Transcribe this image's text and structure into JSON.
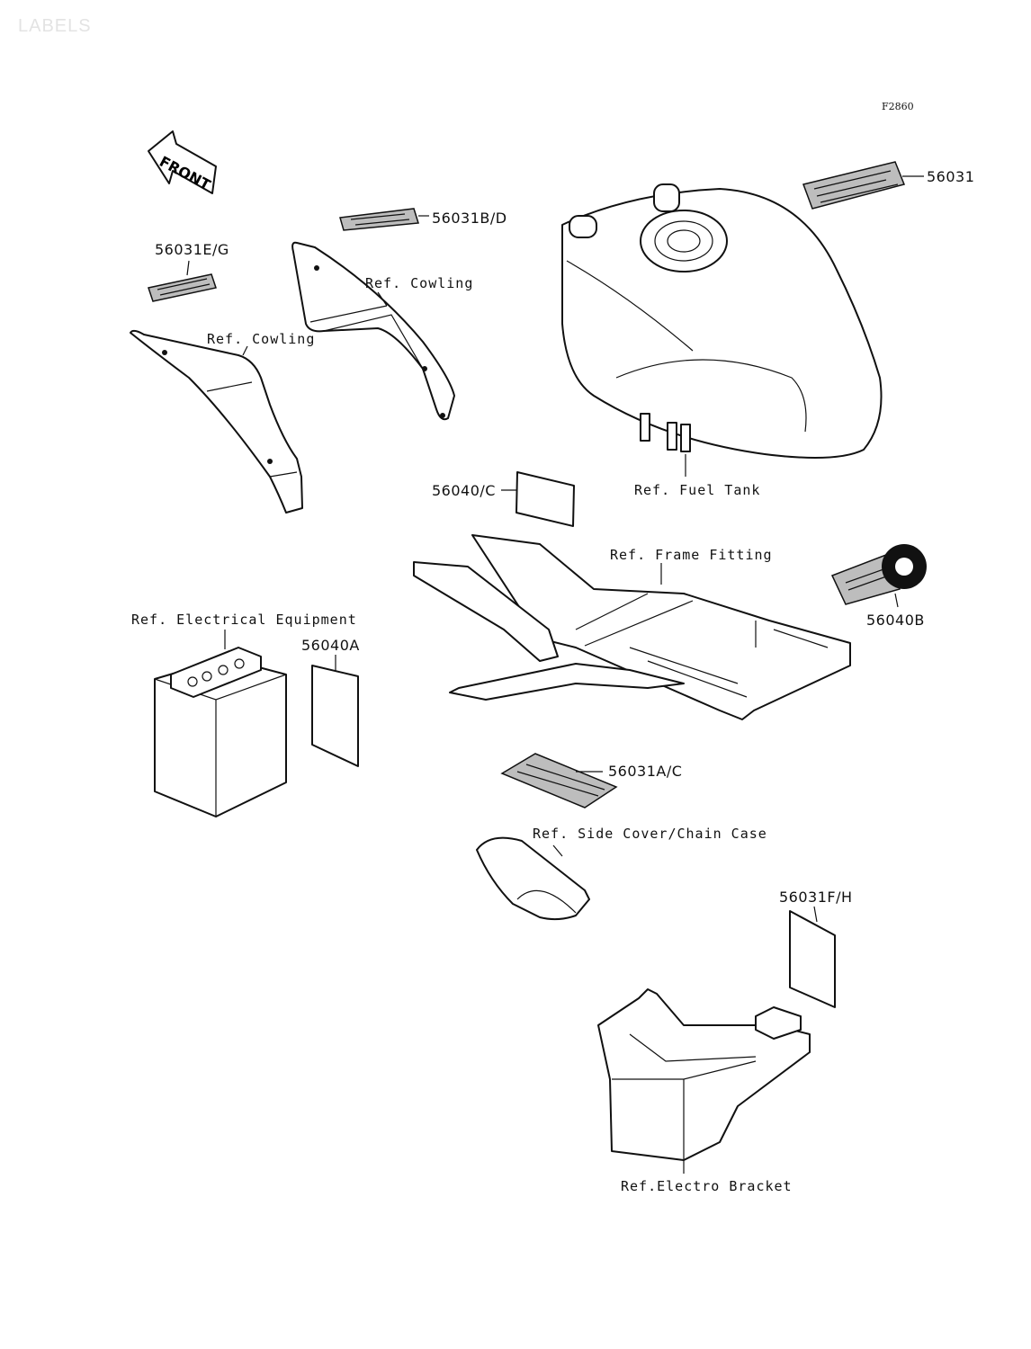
{
  "page_title": "LABELS",
  "figure_code": "F2860",
  "front_arrow": "FRONT",
  "part_numbers": {
    "p56031": "56031",
    "p56031BD": "56031B/D",
    "p56031EG": "56031E/G",
    "p56040C": "56040/C",
    "p56040B": "56040B",
    "p56040A": "56040A",
    "p56031AC": "56031A/C",
    "p56031FH": "56031F/H"
  },
  "references": {
    "cowling_upper": "Ref. Cowling",
    "cowling_lower": "Ref. Cowling",
    "fuel_tank": "Ref. Fuel Tank",
    "frame_fitting": "Ref. Frame Fitting",
    "electrical_equipment": "Ref. Electrical Equipment",
    "side_cover": "Ref. Side Cover/Chain Case",
    "electro_bracket": "Ref.Electro Bracket"
  }
}
